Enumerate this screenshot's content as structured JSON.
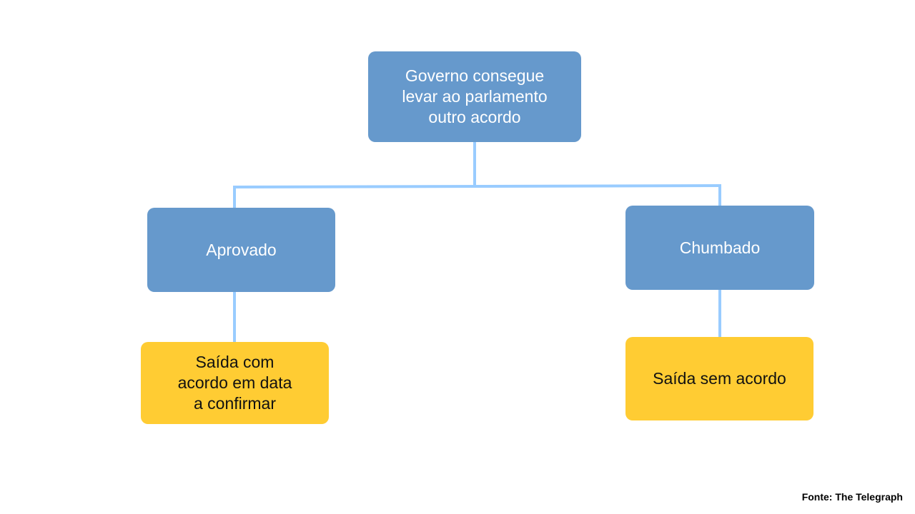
{
  "nodes": {
    "root": {
      "lines": [
        "Governo consegue",
        "levar ao parlamento",
        "outro acordo"
      ]
    },
    "aprovado": {
      "label": "Aprovado"
    },
    "chumbado": {
      "label": "Chumbado"
    },
    "saida_com_acordo": {
      "lines": [
        "Saída com",
        "acordo em data",
        "a confirmar"
      ]
    },
    "saida_sem_acordo": {
      "label": "Saída sem acordo"
    }
  },
  "source": "Fonte: The Telegraph",
  "colors": {
    "decision_box": "#6699cc",
    "outcome_box": "#ffcc33",
    "connector": "#99ccff"
  }
}
